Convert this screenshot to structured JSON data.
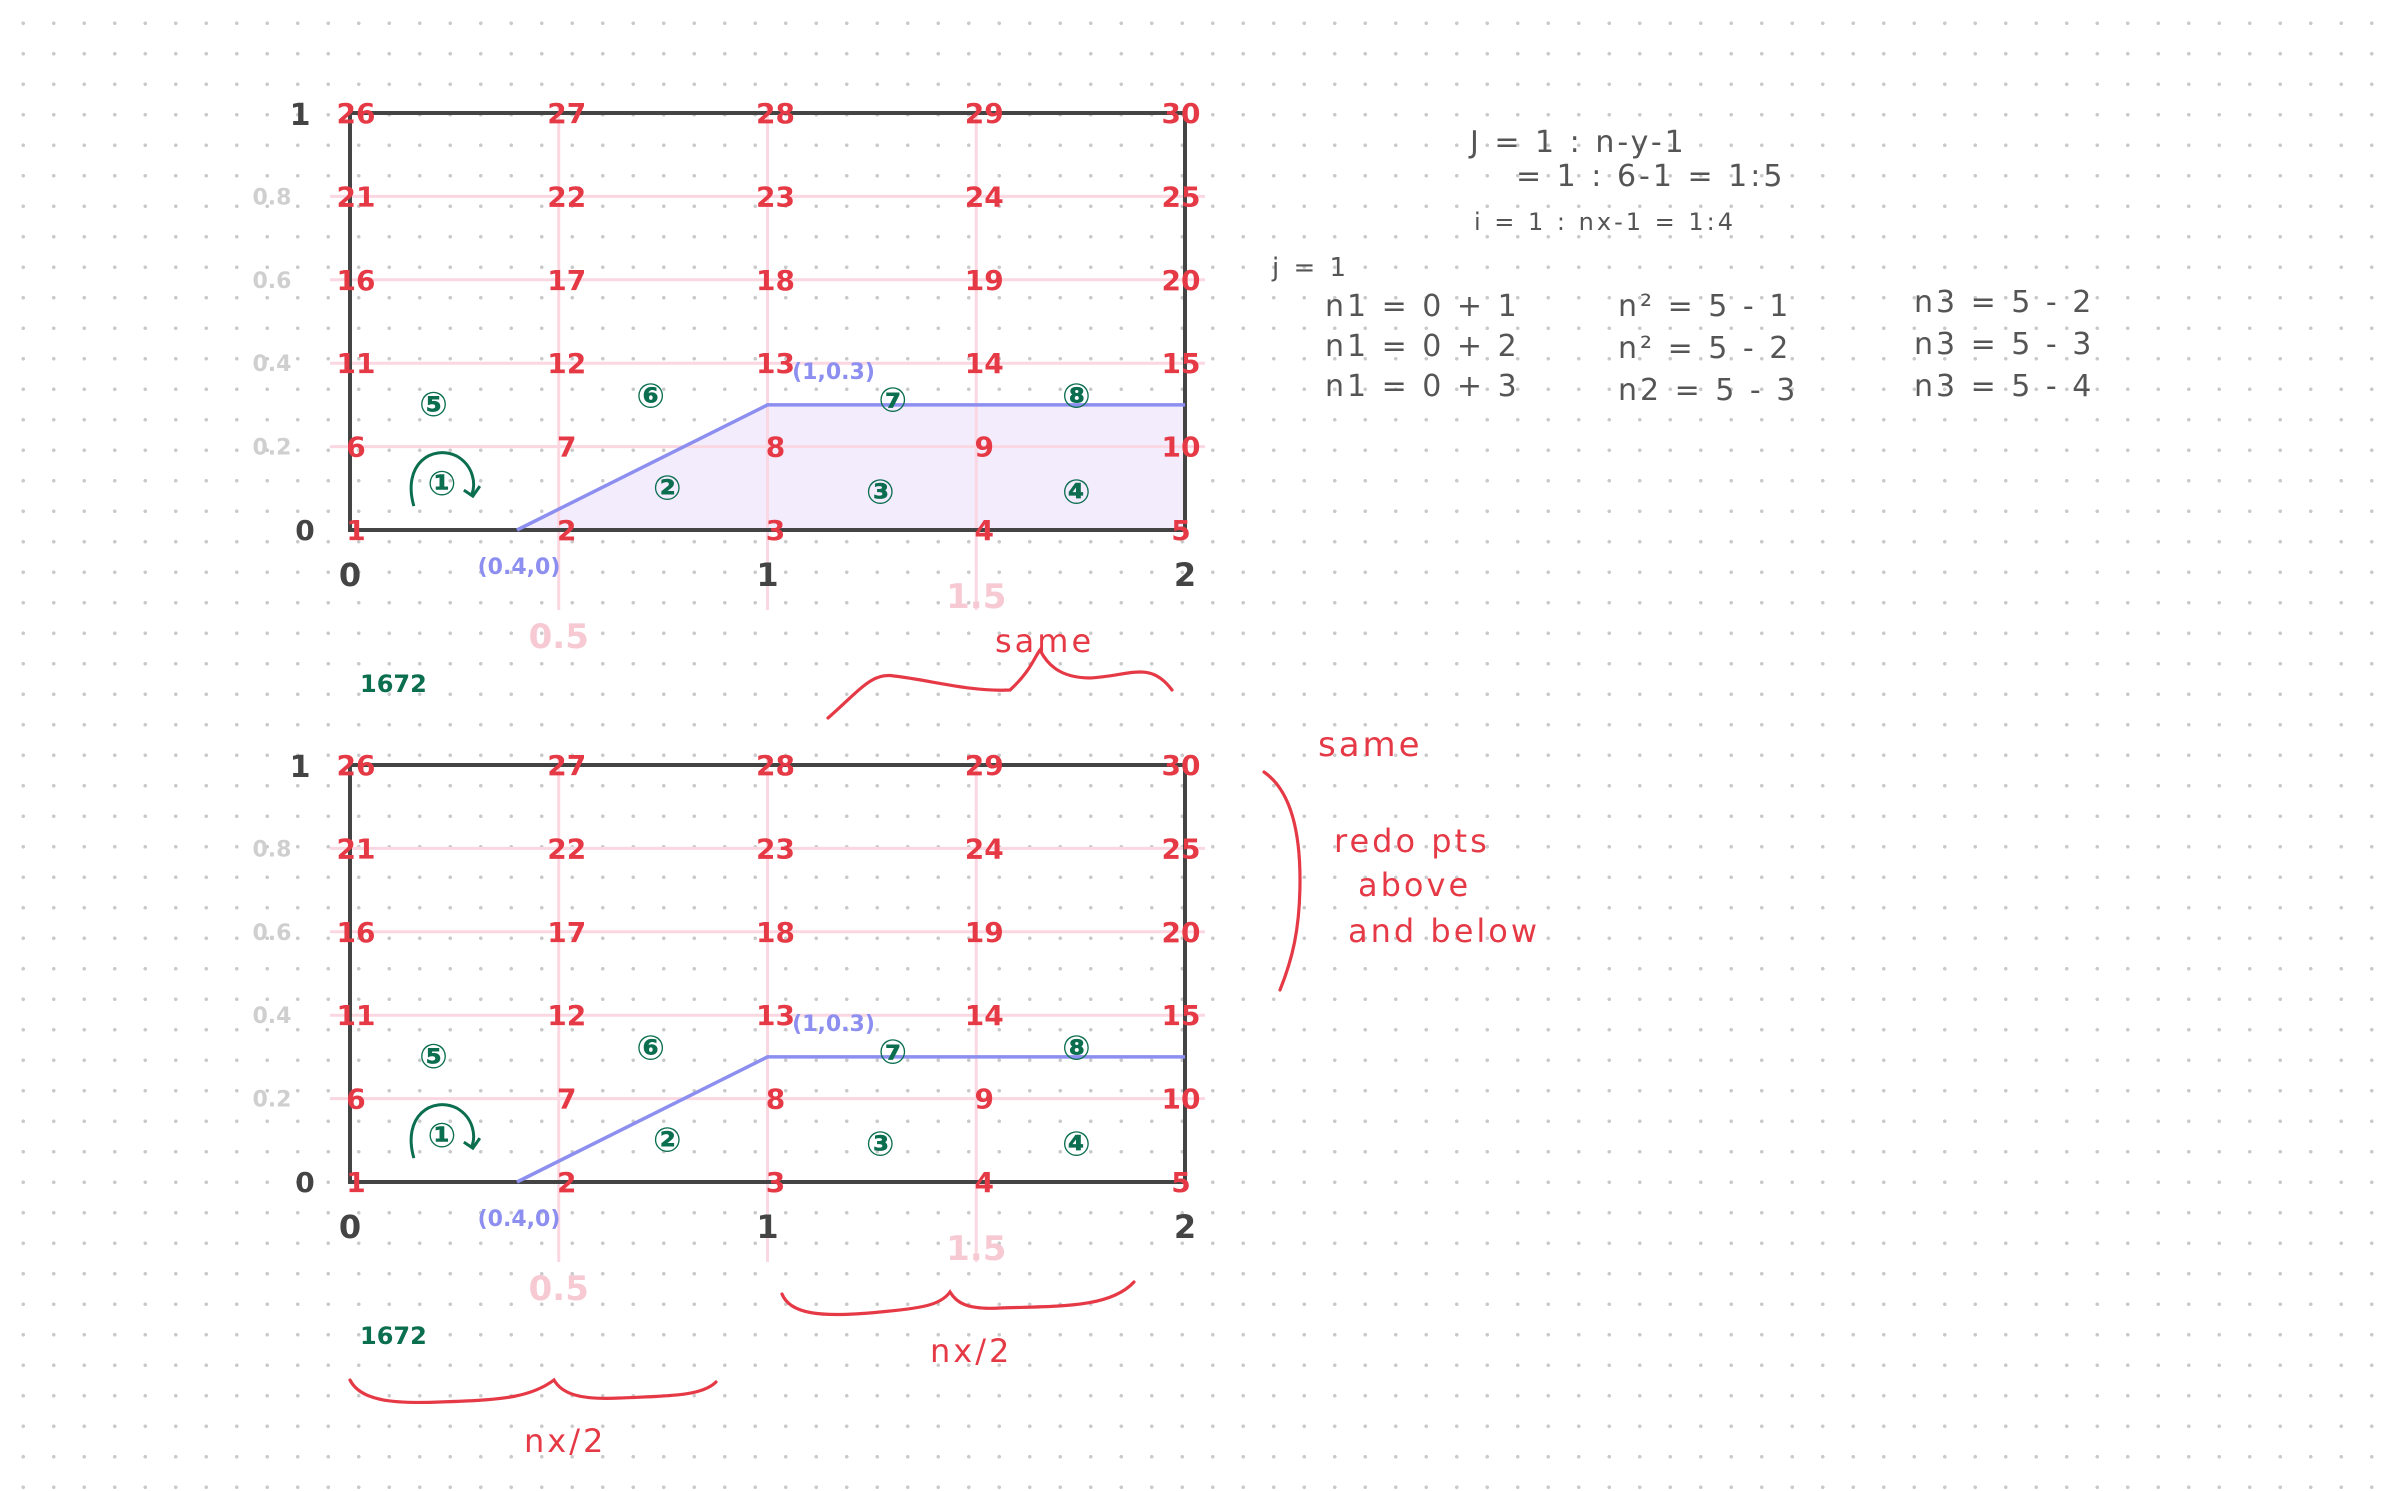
{
  "colors": {
    "frame": "#444444",
    "node_label": "#e63946",
    "cell_label": "#0b6e4f",
    "ghost_label": "#f6c9d3",
    "gridline": "#fbd7e1",
    "faint": "#cfcfcf",
    "boundary": "#8c8ef0",
    "fill": "#f3ecfd",
    "note_dark": "#555555"
  },
  "panels": [
    {
      "id": "top",
      "node_labels": [
        "1",
        "2",
        "3",
        "4",
        "5",
        "6",
        "7",
        "8",
        "9",
        "10",
        "11",
        "12",
        "13",
        "14",
        "15",
        "16",
        "17",
        "18",
        "19",
        "20",
        "21",
        "22",
        "23",
        "24",
        "25",
        "26",
        "27",
        "28",
        "29",
        "30"
      ],
      "cell_labels": [
        "①",
        "②",
        "③",
        "④",
        "⑤",
        "⑥",
        "⑦",
        "⑧"
      ],
      "x_ticks": [
        "0",
        "1",
        "2"
      ],
      "x_ghost_ticks": [
        "0.5",
        "1.5"
      ],
      "y_ticks": [
        "0",
        "1"
      ],
      "y_faint_ticks": [
        "0.2",
        "0.4",
        "0.6",
        "0.8"
      ],
      "pt_a": "(0.4,0)",
      "pt_b": "(1,0.3)",
      "elem_count": "1672"
    },
    {
      "id": "bottom",
      "node_labels": [
        "1",
        "2",
        "3",
        "4",
        "5",
        "6",
        "7",
        "8",
        "9",
        "10",
        "11",
        "12",
        "13",
        "14",
        "15",
        "16",
        "17",
        "18",
        "19",
        "20",
        "21",
        "22",
        "23",
        "24",
        "25",
        "26",
        "27",
        "28",
        "29",
        "30"
      ],
      "cell_labels": [
        "①",
        "②",
        "③",
        "④",
        "⑤",
        "⑥",
        "⑦",
        "⑧"
      ],
      "x_ticks": [
        "0",
        "1",
        "2"
      ],
      "x_ghost_ticks": [
        "0.5",
        "1.5"
      ],
      "y_ticks": [
        "0",
        "1"
      ],
      "y_faint_ticks": [
        "0.2",
        "0.4",
        "0.6",
        "0.8"
      ],
      "pt_a": "(0.4,0)",
      "pt_b": "(1,0.3)",
      "elem_count": "1672"
    }
  ],
  "annotations": {
    "same_top": "same",
    "same_right": "same",
    "redo_1": "redo pts",
    "redo_2": "above",
    "redo_3": "and below",
    "nx2_bottom_right": "nx/2",
    "nx2_bottom_left": "nx/2"
  },
  "notes": {
    "j_range_1": "J = 1 : n-y-1",
    "j_range_2": "= 1 : 6-1 = 1:5",
    "i_range": "i = 1 : nx-1 = 1:4",
    "j_eq": "j = 1",
    "rows": [
      [
        "n1  = 0 + 1",
        "n² =  5 - 1",
        "n3  =  5 - 2"
      ],
      [
        "n1  =  0 + 2",
        "n² =  5 - 2",
        "n3  =  5 - 3"
      ],
      [
        "n1  =  0 + 3",
        "n2 =  5 - 3",
        "n3  =  5 - 4"
      ]
    ]
  }
}
